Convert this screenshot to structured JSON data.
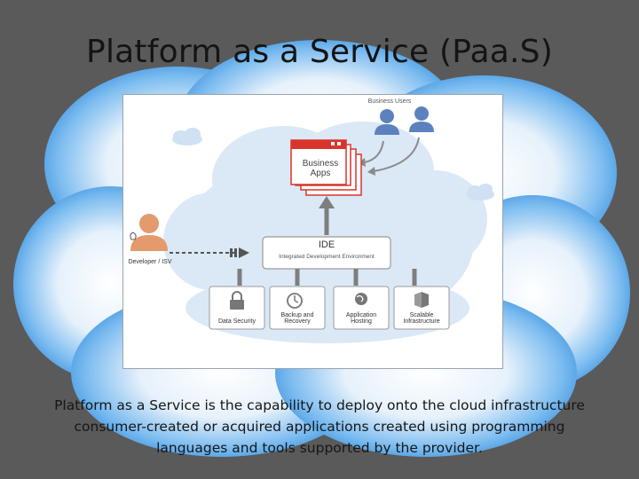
{
  "slide": {
    "title": "Platform as a Service (Paa.S)",
    "caption": "Platform as a Service is the capability to deploy onto the cloud infrastructure consumer-created or acquired applications created using programming languages and tools supported by the provider."
  },
  "diagram": {
    "business_users_label": "Business Users",
    "business_apps_label": "Business Apps",
    "developer_label": "Developer / ISV",
    "ide_title": "IDE",
    "ide_subtitle": "Integrated Development Environment",
    "services": [
      {
        "label": "Data Security",
        "icon": "lock-icon"
      },
      {
        "label": "Backup and Recovery",
        "icon": "clock-icon"
      },
      {
        "label": "Application Hosting",
        "icon": "globe-icon"
      },
      {
        "label": "Scalable Infrastructure",
        "icon": "cube-icon"
      }
    ]
  },
  "colors": {
    "accent_red": "#d9342b",
    "user_blue": "#5b82bf",
    "developer_orange": "#e39a6c",
    "cloud_blue": "#dbe8f6",
    "background_cloud": "#2c8ee0"
  }
}
